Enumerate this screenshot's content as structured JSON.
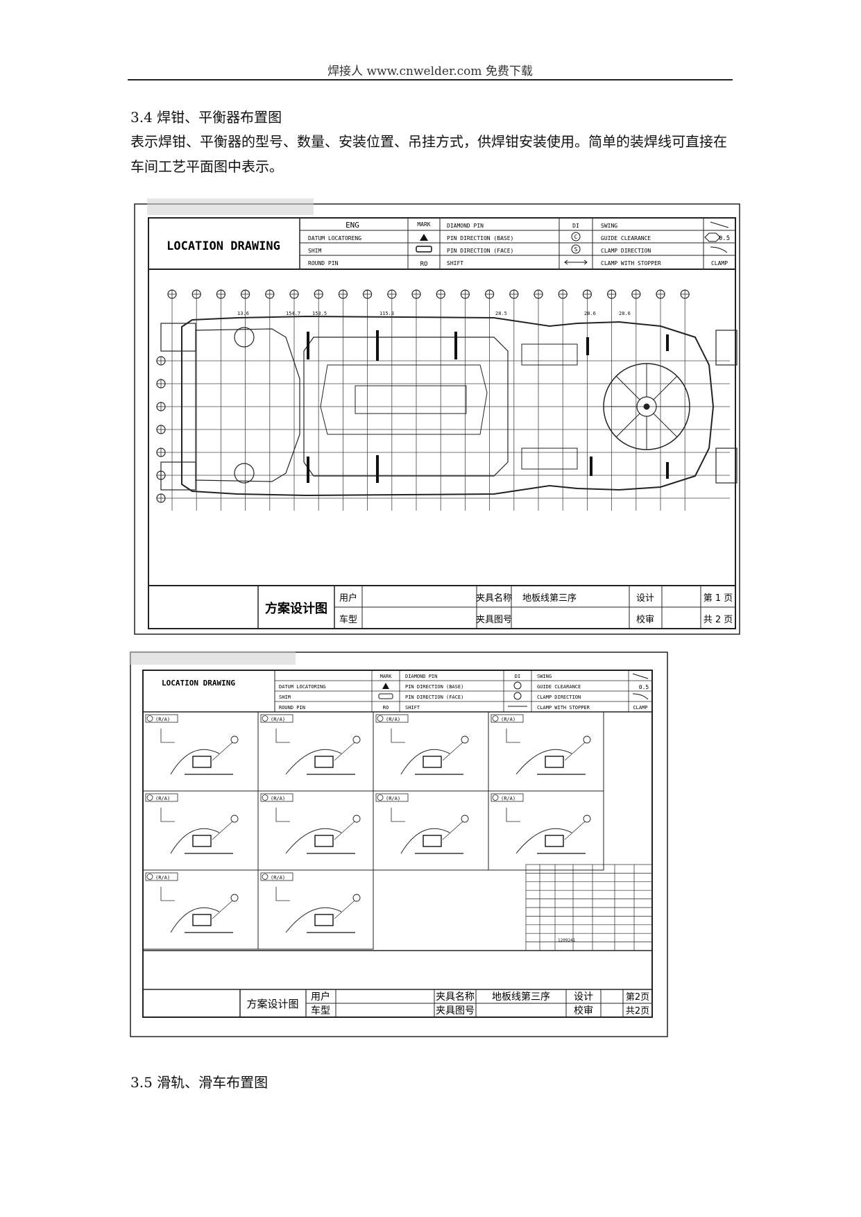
{
  "header": "焊接人 www.cnwelder.com 免费下载",
  "section_34": {
    "title": "3.4 焊钳、平衡器布置图",
    "paragraph": "表示焊钳、平衡器的型号、数量、安装位置、吊挂方式，供焊钳安装使用。简单的装焊线可直接在车间工艺平面图中表示。"
  },
  "section_35": {
    "title": "3.5 滑轨、滑车布置图"
  },
  "legend": {
    "title": "LOCATION DRAWING",
    "eng": "ENG",
    "mark": "MARK",
    "datum": "DATUM LOCATORENG",
    "shim": "SHIM",
    "round_pin": "ROUND PIN",
    "ro": "RO",
    "diamond_pin": "DIAMOND PIN",
    "di": "DI",
    "pin_base": "PIN DIRECTION (BASE)",
    "pin_face": "PIN DIRECTION (FACE)",
    "shift": "SHIFT",
    "swing": "SWING",
    "guide": "GUIDE CLEARANCE",
    "guide_val": "0.5",
    "clamp_dir": "CLAMP DIRECTION",
    "clamp_stop": "CLAMP WITH STOPPER",
    "clamp": "CLAMP",
    "sym_c": "C",
    "sym_s": "S"
  },
  "fig1_labels": [
    "13.6",
    "154.7",
    "153.5",
    "115.3",
    "28.5",
    "28.6",
    "28.6"
  ],
  "fig2_legend": {
    "title": "LOCATION DRAWING",
    "mark": "MARK",
    "datum": "DATUM LOCATORING",
    "shim": "SHIM",
    "round_pin": "ROUND PIN",
    "ro": "RO",
    "diamond_pin": "DIAMOND PIN",
    "di": "DI",
    "pin_base": "PIN DIRECTION (BASE)",
    "pin_face": "PIN DIRECTION (FACE)",
    "shift": "SHIFT",
    "swing": "SWING",
    "guide": "GUIDE CLEARANCE",
    "guide_val": "0.5",
    "clamp_dir": "CLAMP DIRECTION",
    "clamp_stop": "CLAMP WITH STOPPER",
    "clamp": "CLAMP"
  },
  "panel_tags": [
    "(R/A)",
    "(R/A)",
    "(R/A)",
    "(R/A)",
    "(R/A)",
    "(R/A)",
    "(R/A)",
    "(R/A)",
    "(R/A)",
    "(R/A)"
  ],
  "title_block_1": {
    "scheme": "方案设计图",
    "user": "用户",
    "model": "车型",
    "fixture_name_label": "夹具名称",
    "fixture_name": "地板线第三序",
    "fixture_no_label": "夹具图号",
    "design": "设计",
    "review": "校审",
    "page": "第 1 页",
    "total": "共 2 页"
  },
  "title_block_2": {
    "scheme": "方案设计图",
    "user": "用户",
    "model": "车型",
    "fixture_name_label": "夹具名称",
    "fixture_name": "地板线第三序",
    "fixture_no_label": "夹具图号",
    "design": "设计",
    "review": "校审",
    "page": "第2页",
    "total": "共2页"
  },
  "rev_table": {
    "row1": "1209241"
  }
}
